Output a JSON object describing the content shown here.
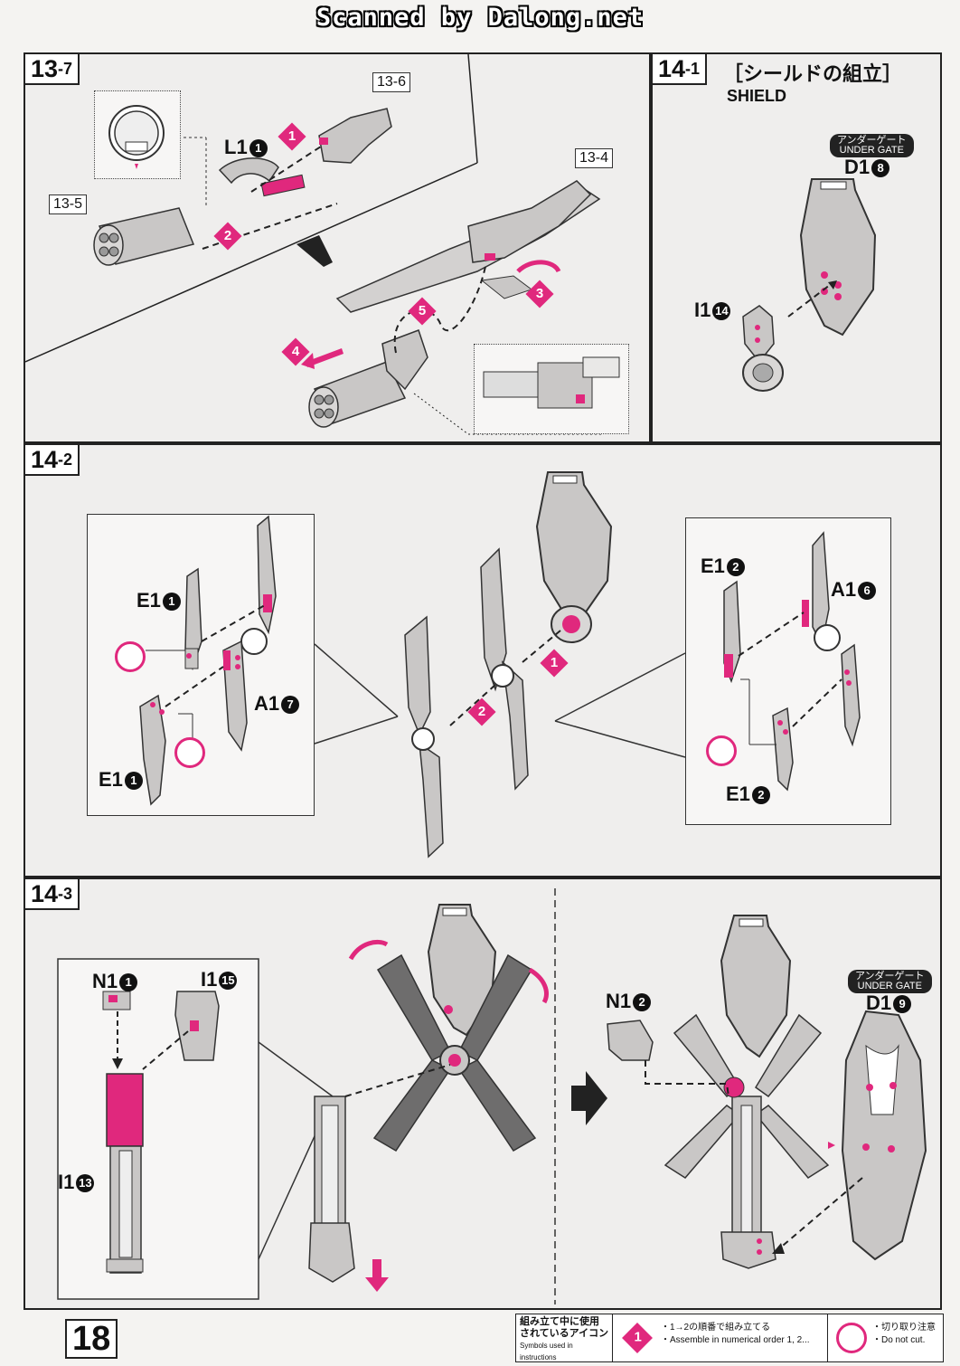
{
  "watermark": "Scanned by Dalong.net",
  "page_number": "18",
  "steps": {
    "s13_7": {
      "main": "13",
      "sub": "-7"
    },
    "s14_1": {
      "main": "14",
      "sub": "-1",
      "title_jp": "［シールドの組立］",
      "title_en": "SHIELD"
    },
    "s14_2": {
      "main": "14",
      "sub": "-2"
    },
    "s14_3": {
      "main": "14",
      "sub": "-3"
    }
  },
  "refs": {
    "r13_6": "13-6",
    "r13_5": "13-5",
    "r13_4": "13-4"
  },
  "parts": {
    "L1": {
      "label": "L1",
      "num": "1"
    },
    "D1_8": {
      "label": "D1",
      "num": "8"
    },
    "I1_14": {
      "label": "I1",
      "num": "14"
    },
    "E1_1a": {
      "label": "E1",
      "num": "1"
    },
    "E1_1b": {
      "label": "E1",
      "num": "1"
    },
    "A1_7": {
      "label": "A1",
      "num": "7"
    },
    "E1_2a": {
      "label": "E1",
      "num": "2"
    },
    "E1_2b": {
      "label": "E1",
      "num": "2"
    },
    "A1_6": {
      "label": "A1",
      "num": "6"
    },
    "N1_1": {
      "label": "N1",
      "num": "1"
    },
    "I1_15": {
      "label": "I1",
      "num": "15"
    },
    "I1_13": {
      "label": "I1",
      "num": "13"
    },
    "N1_2": {
      "label": "N1",
      "num": "2"
    },
    "D1_9": {
      "label": "D1",
      "num": "9"
    }
  },
  "gates": {
    "g1_jp": "アンダーゲート",
    "g1_en": "UNDER GATE",
    "g2_jp": "アンダーゲート",
    "g2_en": "UNDER GATE"
  },
  "order_marks": {
    "a1": "1",
    "a2": "2",
    "a3": "3",
    "a4": "4",
    "a5": "5",
    "b1": "1",
    "b2": "2"
  },
  "legend": {
    "title_jp_1": "組み立て中に使用",
    "title_jp_2": "されているアイコン",
    "title_en": "Symbols used in instructions",
    "order_icon": "1",
    "order_jp": "・1→2の順番で組み立てる",
    "order_en": "・Assemble in numerical order 1, 2...",
    "cut_jp": "・切り取り注意",
    "cut_en": "・Do not cut."
  },
  "colors": {
    "accent": "#e0287d",
    "line": "#222222",
    "panel": "#efeeed",
    "part": "#c9c7c6"
  }
}
